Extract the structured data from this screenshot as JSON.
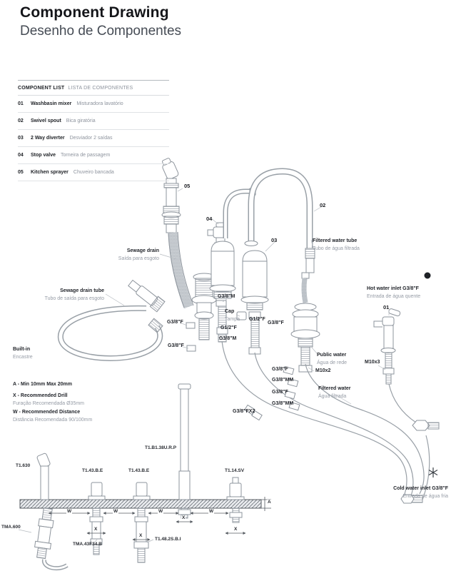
{
  "header": {
    "title": "Component Drawing",
    "subtitle": "Desenho de Componentes"
  },
  "component_list": {
    "title_en": "COMPONENT LIST",
    "title_pt": "LISTA DE COMPONENTES",
    "items": [
      {
        "num": "01",
        "name_en": "Washbasin mixer",
        "name_pt": "Misturadora lavatório"
      },
      {
        "num": "02",
        "name_en": "Swivel spout",
        "name_pt": "Bica giratória"
      },
      {
        "num": "03",
        "name_en": "2 Way diverter",
        "name_pt": "Desviador 2 saídas"
      },
      {
        "num": "04",
        "name_en": "Stop valve",
        "name_pt": "Torneira de passagem"
      },
      {
        "num": "05",
        "name_en": "Kitchen sprayer",
        "name_pt": "Chuveiro bancada"
      }
    ]
  },
  "callouts": {
    "c01": "01",
    "c02": "02",
    "c03": "03",
    "c04": "04",
    "c05": "05"
  },
  "labels": {
    "sewage_drain": {
      "en": "Sewage drain",
      "pt": "Saída para esgoto"
    },
    "sewage_drain_tube": {
      "en": "Sewage drain tube",
      "pt": "Tubo de saída para esgoto"
    },
    "filtered_water_tube": {
      "en": "Filtered water tube",
      "pt": "Tubo de água filtrada"
    },
    "hot_water_inlet": {
      "en": "Hot water inlet G3/8\"F",
      "pt": "Entrada de água quente"
    },
    "cold_water_inlet": {
      "en": "Cold water inlet G3/8\"F",
      "pt": "Entrada de água fria"
    },
    "public_water": {
      "en": "Public water",
      "pt": "Água de rede"
    },
    "filtered_water": {
      "en": "Filtered water",
      "pt": "Água filtrada"
    },
    "cap": {
      "en": "Cap",
      "pt": "Tampa"
    },
    "built_in": {
      "en": "Built-in",
      "pt": "Encastre"
    }
  },
  "fittings": {
    "g38m_body": "G3/8\"M",
    "g12f_cap": "G1/2\"F",
    "g38f_cap": "G3/8\"F",
    "g38f_drain_top": "G3/8\"F",
    "g12f_body": "G1/2\"F",
    "g38m_body2": "G3/8\"M",
    "g38f_drain_bottom": "G3/8\"F",
    "m10x2": "M10x2",
    "m10x3": "M10x3",
    "g38f_hot": "G3/8\"F",
    "g38mm_hot": "G3/8\"MM",
    "g38f_cold": "G3/8\"F",
    "g38mm_cold": "G3/8\"MM",
    "g38fx2": "G3/8\"FX2"
  },
  "notes": {
    "a": "A - Min 10mm Max 20mm",
    "x_en": "X - Recommended Drill",
    "x_pt": "Furação Recomendada Ø35mm",
    "w_en": "W - Recommended Distance",
    "w_pt": "Distância Recomendada 90/100mm"
  },
  "part_codes": {
    "t1_630": "T1.630",
    "t1_43be_1": "T1.43.B.E",
    "t1_43be_2": "T1.43.B.E",
    "t1_b138urp": "T1.B1.38U.R.P",
    "t1_14sv": "T1.14.SV",
    "tma_600": "TMA.600",
    "tma_43f34b": "TMA.43F34.B",
    "t1_482sbi": "T1.48.2S.B.I"
  },
  "dims": {
    "w": "W",
    "x": "X",
    "a": "A"
  },
  "icons": {
    "hot_dot": "filled-circle",
    "cold_snowflake": "snowflake"
  },
  "colors": {
    "text_dark": "#1d2025",
    "text_muted": "#8d939d",
    "line_art": "#8d949c"
  }
}
